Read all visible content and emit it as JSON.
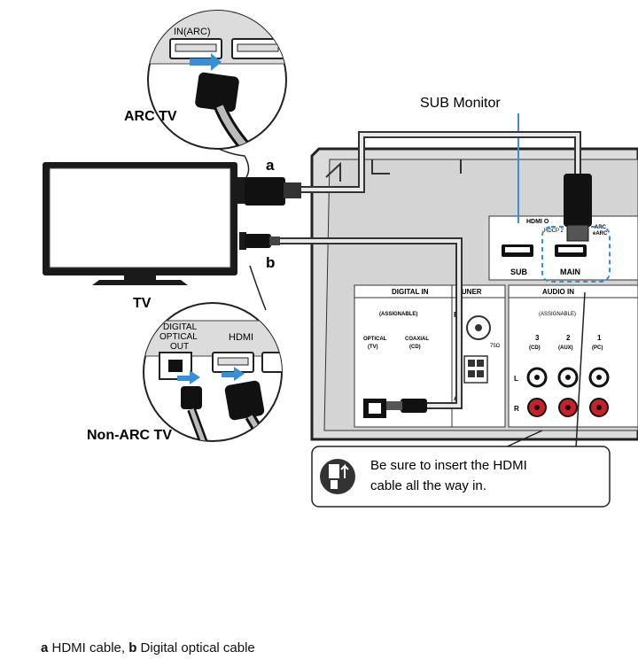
{
  "callouts": {
    "arc_tv": {
      "port_label": "IN(ARC)",
      "title": "ARC TV"
    },
    "non_arc_tv": {
      "optical_label_1": "DIGITAL",
      "optical_label_2": "OPTICAL",
      "optical_label_3": "OUT",
      "hdmi_label": "HDMI",
      "title": "Non-ARC TV"
    }
  },
  "tv": {
    "label": "TV"
  },
  "cables": {
    "a_marker": "a",
    "b_marker": "b"
  },
  "receiver": {
    "sub_monitor_label": "SUB Monitor",
    "hdmi_out_label": "HDMI O",
    "hdmi_out_sub_label": "HDCP 2",
    "arc_badge_1": "ARC",
    "arc_badge_2": "eARC",
    "sub_port_label": "SUB",
    "main_port_label": "MAIN",
    "digital_in_label": "DIGITAL IN",
    "assignable_left": "(ASSIGNABLE)",
    "optical_label": "OPTICAL",
    "optical_sub": "(TV)",
    "coaxial_label": "COAXIAL",
    "coaxial_sub": "(CD)",
    "tuner_label": "TUNER",
    "tuner_fm": "F",
    "tuner_am": "A",
    "ohm_label": "75Ω",
    "audio_in_label": "AUDIO IN",
    "assignable_right": "(ASSIGNABLE)",
    "ch3_num": "3",
    "ch3_name": "(CD)",
    "ch2_num": "2",
    "ch2_name": "(AUX)",
    "ch1_num": "1",
    "ch1_name": "(PC)",
    "left_channel": "L",
    "right_channel": "R"
  },
  "note": {
    "line1": "Be sure to insert the HDMI",
    "line2": "cable all the way in."
  },
  "caption": {
    "a_marker": "a",
    "a_text": " HDMI cable, ",
    "b_marker": "b",
    "b_text": " Digital optical cable"
  },
  "colors": {
    "highlight_blue": "#3a8fd4",
    "jack_red": "#c8202a",
    "panel_gray": "#d9d9d9"
  }
}
